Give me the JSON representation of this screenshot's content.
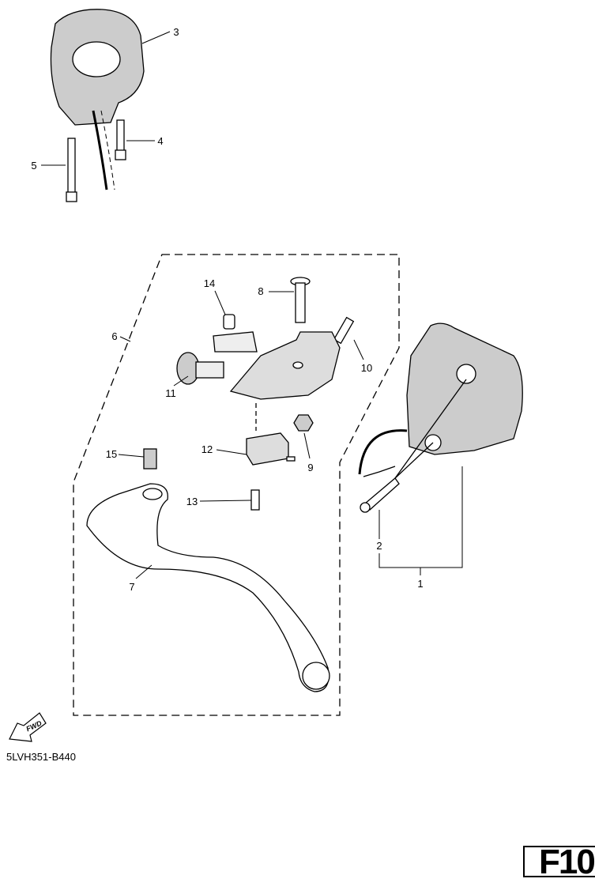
{
  "diagram": {
    "callouts": [
      "1",
      "2",
      "3",
      "4",
      "5",
      "6",
      "7",
      "8",
      "9",
      "10",
      "11",
      "12",
      "13",
      "14",
      "15"
    ],
    "drawing_code": "5LVH351-B440",
    "fwd_label": "FWD",
    "page_label": "F10",
    "colors": {
      "line": "#000000",
      "fill": "#ffffff",
      "shade": "#bbbbbb"
    }
  }
}
